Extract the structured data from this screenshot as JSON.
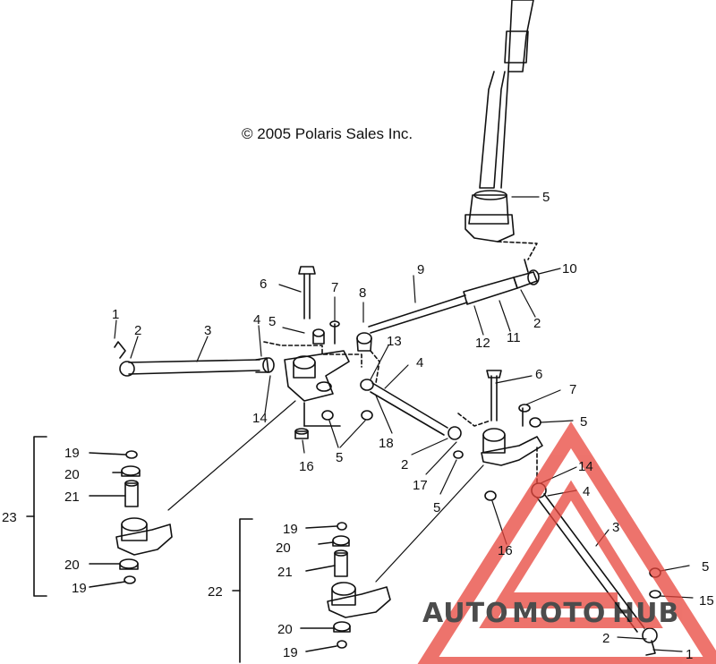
{
  "copyright": "© 2005 Polaris Sales Inc.",
  "callouts": {
    "c1a": "1",
    "c2a": "2",
    "c3a": "3",
    "c4a": "4",
    "c5a": "5",
    "c6a": "6",
    "c7a": "7",
    "c8": "8",
    "c9": "9",
    "c10": "10",
    "c5top": "5",
    "c2b": "2",
    "c11": "11",
    "c12": "12",
    "c14a": "14",
    "c13": "13",
    "c4b": "4",
    "c18": "18",
    "c16a": "16",
    "c5b": "5",
    "c2c": "2",
    "c17": "17",
    "c5c": "5",
    "c6b": "6",
    "c7b": "7",
    "c5d": "5",
    "c14b": "14",
    "c4c": "4",
    "c16b": "16",
    "c3b": "3",
    "c5e": "5",
    "c15": "15",
    "c2d": "2",
    "c1b": "1",
    "c19a": "19",
    "c20a": "20",
    "c21a": "21",
    "c23": "23",
    "c20b": "20",
    "c19b": "19",
    "c19c": "19",
    "c20c": "20",
    "c21b": "21",
    "c22": "22",
    "c20d": "20",
    "c19d": "19"
  },
  "watermark": {
    "auto": "AUTO",
    "moto": "MOTO",
    "hub": "HUB",
    "color_red": "#e8453c",
    "color_orange": "#f2a33a",
    "color_gray": "#9a9a9a"
  }
}
